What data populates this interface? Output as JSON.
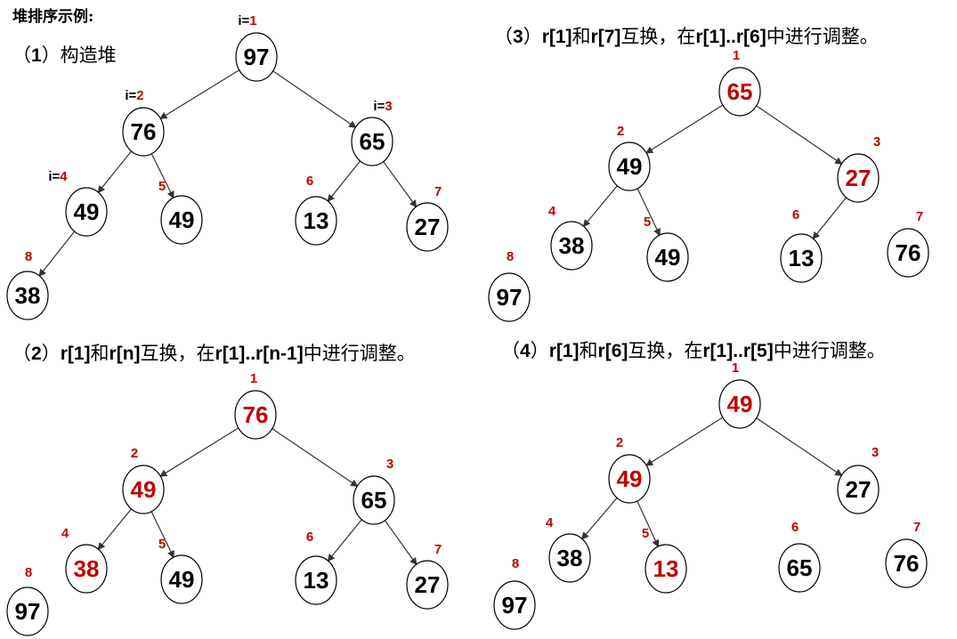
{
  "title": "堆排序示例:",
  "colors": {
    "highlight": "#c00000",
    "normal": "#000000",
    "edge": "#333333"
  },
  "panels": [
    {
      "caption": [
        {
          "t": "（",
          "b": false
        },
        {
          "t": "1",
          "b": true
        },
        {
          "t": "）构造堆",
          "b": false
        }
      ],
      "nodes": [
        {
          "value": "97",
          "label": "1",
          "prefix": "i=",
          "hl": false
        },
        {
          "value": "76",
          "label": "2",
          "prefix": "i=",
          "hl": false
        },
        {
          "value": "65",
          "label": "3",
          "prefix": "i=",
          "hl": false
        },
        {
          "value": "49",
          "label": "4",
          "prefix": "i=",
          "hl": false
        },
        {
          "value": "49",
          "label": "5",
          "prefix": "",
          "hl": false
        },
        {
          "value": "13",
          "label": "6",
          "prefix": "",
          "hl": false
        },
        {
          "value": "27",
          "label": "7",
          "prefix": "",
          "hl": false
        },
        {
          "value": "38",
          "label": "8",
          "prefix": "",
          "hl": false
        }
      ],
      "edges": [
        [
          1,
          2
        ],
        [
          1,
          3
        ],
        [
          2,
          4
        ],
        [
          2,
          5
        ],
        [
          3,
          6
        ],
        [
          3,
          7
        ],
        [
          4,
          8
        ]
      ]
    },
    {
      "caption": [
        {
          "t": "（",
          "b": false
        },
        {
          "t": "2",
          "b": true
        },
        {
          "t": "）",
          "b": false
        },
        {
          "t": "r[1]",
          "b": true
        },
        {
          "t": "和",
          "b": false
        },
        {
          "t": "r[n]",
          "b": true
        },
        {
          "t": "互换，在",
          "b": false
        },
        {
          "t": "r[1]..r[n-1]",
          "b": true
        },
        {
          "t": "中进行调整。",
          "b": false
        }
      ],
      "nodes": [
        {
          "value": "76",
          "label": "1",
          "prefix": "",
          "hl": true
        },
        {
          "value": "49",
          "label": "2",
          "prefix": "",
          "hl": true
        },
        {
          "value": "65",
          "label": "3",
          "prefix": "",
          "hl": false
        },
        {
          "value": "38",
          "label": "4",
          "prefix": "",
          "hl": true
        },
        {
          "value": "49",
          "label": "5",
          "prefix": "",
          "hl": false
        },
        {
          "value": "13",
          "label": "6",
          "prefix": "",
          "hl": false
        },
        {
          "value": "27",
          "label": "7",
          "prefix": "",
          "hl": false
        },
        {
          "value": "97",
          "label": "8",
          "prefix": "",
          "hl": false
        }
      ],
      "edges": [
        [
          1,
          2
        ],
        [
          1,
          3
        ],
        [
          2,
          4
        ],
        [
          2,
          5
        ],
        [
          3,
          6
        ],
        [
          3,
          7
        ]
      ]
    },
    {
      "caption": [
        {
          "t": "（",
          "b": false
        },
        {
          "t": "3",
          "b": true
        },
        {
          "t": "）",
          "b": false
        },
        {
          "t": "r[1]",
          "b": true
        },
        {
          "t": "和",
          "b": false
        },
        {
          "t": "r[7]",
          "b": true
        },
        {
          "t": "互换，在",
          "b": false
        },
        {
          "t": "r[1]..r[6]",
          "b": true
        },
        {
          "t": "中进行调整。",
          "b": false
        }
      ],
      "nodes": [
        {
          "value": "65",
          "label": "1",
          "prefix": "",
          "hl": true
        },
        {
          "value": "49",
          "label": "2",
          "prefix": "",
          "hl": false
        },
        {
          "value": "27",
          "label": "3",
          "prefix": "",
          "hl": true
        },
        {
          "value": "38",
          "label": "4",
          "prefix": "",
          "hl": false
        },
        {
          "value": "49",
          "label": "5",
          "prefix": "",
          "hl": false
        },
        {
          "value": "13",
          "label": "6",
          "prefix": "",
          "hl": false
        },
        {
          "value": "76",
          "label": "7",
          "prefix": "",
          "hl": false
        },
        {
          "value": "97",
          "label": "8",
          "prefix": "",
          "hl": false
        }
      ],
      "edges": [
        [
          1,
          2
        ],
        [
          1,
          3
        ],
        [
          2,
          4
        ],
        [
          2,
          5
        ],
        [
          3,
          6
        ]
      ]
    },
    {
      "caption": [
        {
          "t": "（",
          "b": false
        },
        {
          "t": "4",
          "b": true
        },
        {
          "t": "）",
          "b": false
        },
        {
          "t": "r[1]",
          "b": true
        },
        {
          "t": "和",
          "b": false
        },
        {
          "t": "r[6]",
          "b": true
        },
        {
          "t": "互换，在",
          "b": false
        },
        {
          "t": "r[1]..r[5]",
          "b": true
        },
        {
          "t": "中进行调整。",
          "b": false
        }
      ],
      "nodes": [
        {
          "value": "49",
          "label": "1",
          "prefix": "",
          "hl": true
        },
        {
          "value": "49",
          "label": "2",
          "prefix": "",
          "hl": true
        },
        {
          "value": "27",
          "label": "3",
          "prefix": "",
          "hl": false
        },
        {
          "value": "38",
          "label": "4",
          "prefix": "",
          "hl": false
        },
        {
          "value": "13",
          "label": "5",
          "prefix": "",
          "hl": true
        },
        {
          "value": "65",
          "label": "6",
          "prefix": "",
          "hl": false
        },
        {
          "value": "76",
          "label": "7",
          "prefix": "",
          "hl": false
        },
        {
          "value": "97",
          "label": "8",
          "prefix": "",
          "hl": false
        }
      ],
      "edges": [
        [
          1,
          2
        ],
        [
          1,
          3
        ],
        [
          2,
          4
        ],
        [
          2,
          5
        ]
      ]
    }
  ]
}
